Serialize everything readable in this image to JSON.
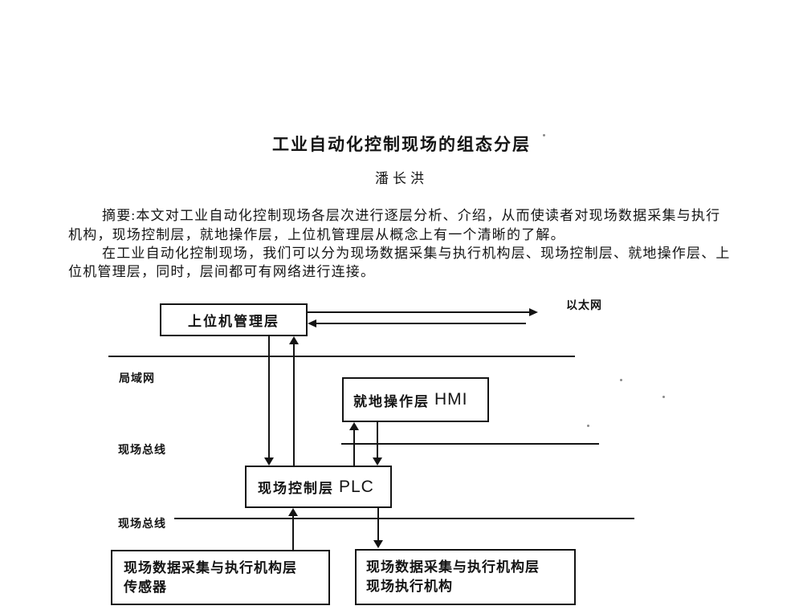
{
  "document": {
    "title": "工业自动化控制现场的组态分层",
    "author": "潘长洪",
    "abstract_lines": [
      "摘要:本文对工业自动化控制现场各层次进行逐层分析、介绍，从而使读者对现场数据采集与执行",
      "机构，现场控制层，就地操作层，上位机管理层从概念上有一个清晰的了解。",
      "在工业自动化控制现场，我们可以分为现场数据采集与执行机构层、现场控制层、就地操作层、上",
      "位机管理层，同时，层间都可有网络进行连接。"
    ]
  },
  "diagram": {
    "boxes": {
      "management": {
        "label": "上位机管理层"
      },
      "hmi": {
        "label": "就地操作层",
        "suffix": "HMI"
      },
      "plc": {
        "label": "现场控制层",
        "suffix": "PLC"
      },
      "sensor": {
        "line1": "现场数据采集与执行机构层",
        "line2": "传感器"
      },
      "actuator": {
        "line1": "现场数据采集与执行机构层",
        "line2": "现场执行机构"
      }
    },
    "labels": {
      "ethernet": "以太网",
      "lan": "局域网",
      "fieldbus_upper": "现场总线",
      "fieldbus_lower": "现场总线"
    },
    "ink_color": "#141414"
  }
}
